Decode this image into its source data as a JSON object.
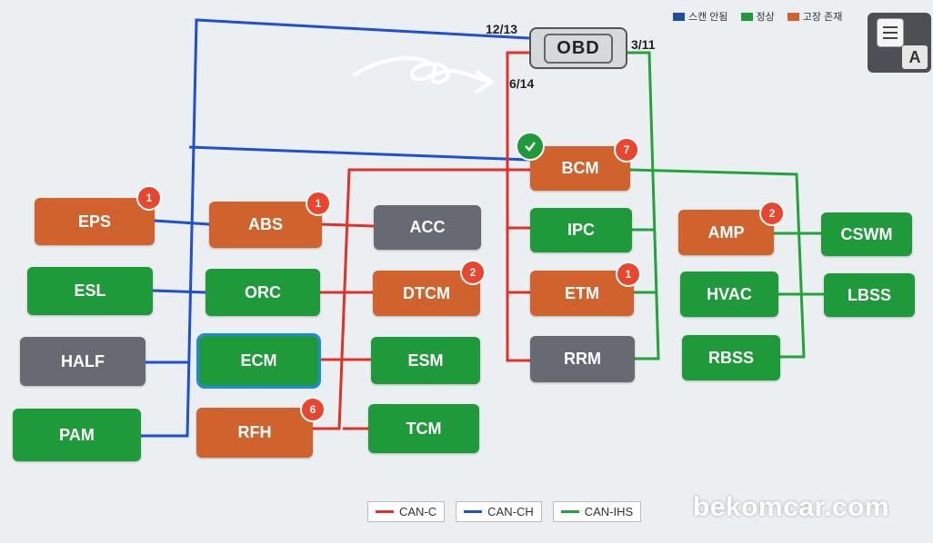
{
  "status_legend": [
    {
      "label": "스캔 안됨",
      "color": "#1d4fa0"
    },
    {
      "label": "정상",
      "color": "#1e9a3a"
    },
    {
      "label": "고장 존재",
      "color": "#d0622d"
    }
  ],
  "obd": {
    "label": "OBD",
    "pins": {
      "can_ch": "12/13",
      "can_ihs": "3/11",
      "can_c": "6/14"
    }
  },
  "bus_colors": {
    "can_c": "#e0312b",
    "can_ch": "#1f4fd6",
    "can_ihs": "#22a33b"
  },
  "modules": [
    {
      "id": "bcm",
      "label": "BCM",
      "status": "fault",
      "faults": "7",
      "checked": true
    },
    {
      "id": "eps",
      "label": "EPS",
      "status": "fault",
      "faults": "1"
    },
    {
      "id": "abs",
      "label": "ABS",
      "status": "fault",
      "faults": "1"
    },
    {
      "id": "acc",
      "label": "ACC",
      "status": "notscanned",
      "faults": ""
    },
    {
      "id": "esl",
      "label": "ESL",
      "status": "normal",
      "faults": ""
    },
    {
      "id": "orc",
      "label": "ORC",
      "status": "normal",
      "faults": ""
    },
    {
      "id": "dtcm",
      "label": "DTCM",
      "status": "fault",
      "faults": "2"
    },
    {
      "id": "half",
      "label": "HALF",
      "status": "notscanned",
      "faults": ""
    },
    {
      "id": "ecm",
      "label": "ECM",
      "status": "normal",
      "faults": "",
      "selected": true
    },
    {
      "id": "esm",
      "label": "ESM",
      "status": "normal",
      "faults": ""
    },
    {
      "id": "pam",
      "label": "PAM",
      "status": "normal",
      "faults": ""
    },
    {
      "id": "rfh",
      "label": "RFH",
      "status": "fault",
      "faults": "6"
    },
    {
      "id": "tcm",
      "label": "TCM",
      "status": "normal",
      "faults": ""
    },
    {
      "id": "ipc",
      "label": "IPC",
      "status": "normal",
      "faults": ""
    },
    {
      "id": "etm",
      "label": "ETM",
      "status": "fault",
      "faults": "1"
    },
    {
      "id": "rrm",
      "label": "RRM",
      "status": "notscanned",
      "faults": ""
    },
    {
      "id": "amp",
      "label": "AMP",
      "status": "fault",
      "faults": "2"
    },
    {
      "id": "hvac",
      "label": "HVAC",
      "status": "normal",
      "faults": ""
    },
    {
      "id": "rbss",
      "label": "RBSS",
      "status": "normal",
      "faults": ""
    },
    {
      "id": "cswm",
      "label": "CSWM",
      "status": "normal",
      "faults": ""
    },
    {
      "id": "lbss",
      "label": "LBSS",
      "status": "normal",
      "faults": ""
    }
  ],
  "bus_legend": [
    {
      "label": "CAN-C",
      "color": "#e0312b"
    },
    {
      "label": "CAN-CH",
      "color": "#1f4fd6"
    },
    {
      "label": "CAN-IHS",
      "color": "#22a33b"
    }
  ],
  "floating_menu": {
    "a_label": "A"
  },
  "watermark": "bekomcar.com"
}
